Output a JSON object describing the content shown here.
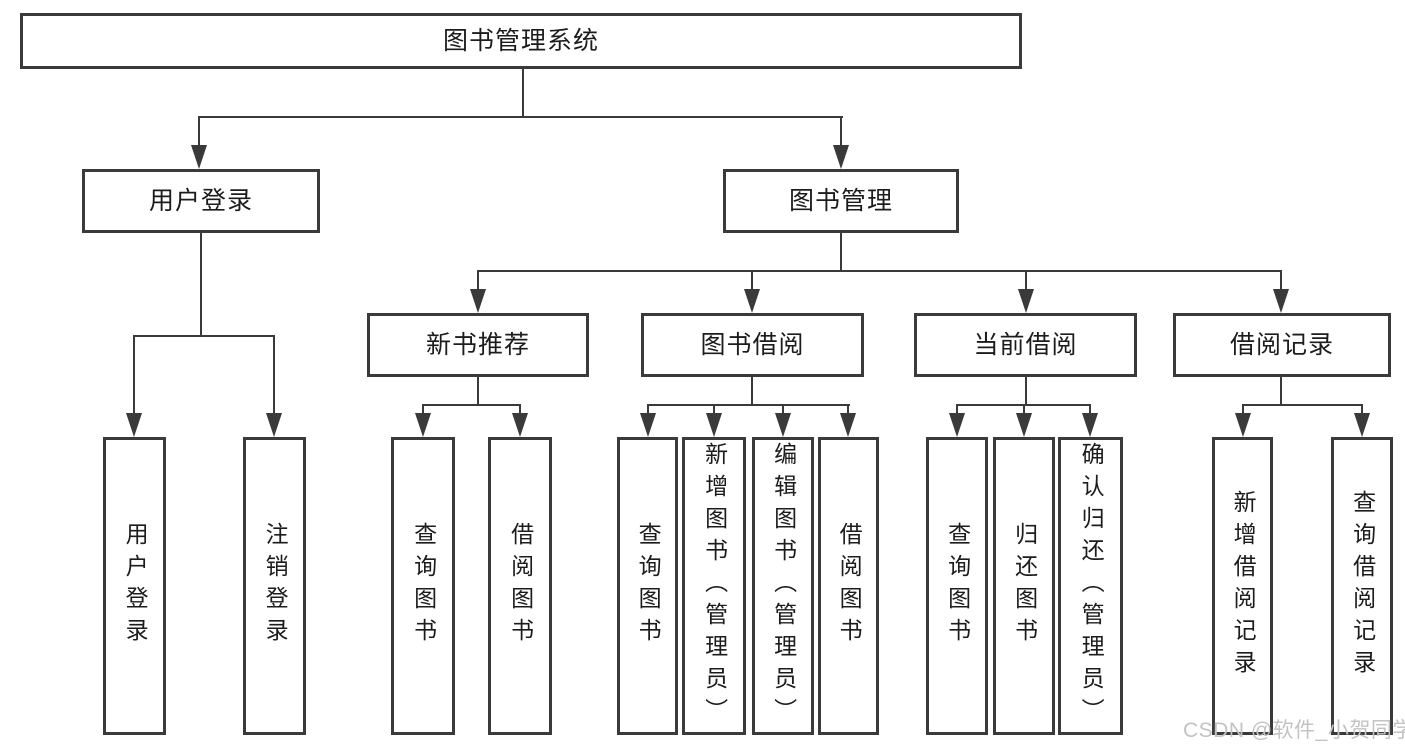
{
  "diagram_title": "图书管理系统",
  "tree": {
    "label": "图书管理系统",
    "children": [
      {
        "label": "用户登录",
        "children": [
          {
            "label": "用户登录"
          },
          {
            "label": "注销登录"
          }
        ]
      },
      {
        "label": "图书管理",
        "children": [
          {
            "label": "新书推荐",
            "children": [
              {
                "label": "查询图书"
              },
              {
                "label": "借阅图书"
              }
            ]
          },
          {
            "label": "图书借阅",
            "children": [
              {
                "label": "查询图书"
              },
              {
                "label": "新增图书（管理员）"
              },
              {
                "label": "编辑图书（管理员）"
              },
              {
                "label": "借阅图书"
              }
            ]
          },
          {
            "label": "当前借阅",
            "children": [
              {
                "label": "查询图书"
              },
              {
                "label": "归还图书"
              },
              {
                "label": "确认归还（管理员）"
              }
            ]
          },
          {
            "label": "借阅记录",
            "children": [
              {
                "label": "新增借阅记录"
              },
              {
                "label": "查询借阅记录"
              }
            ]
          }
        ]
      }
    ]
  },
  "watermark": {
    "text": "CSDN @软件_小贺同学"
  },
  "colors": {
    "line": "#3a3a3a",
    "text": "#1c1c1c",
    "watermark": "#c3c3c3",
    "background": "#ffffff"
  }
}
